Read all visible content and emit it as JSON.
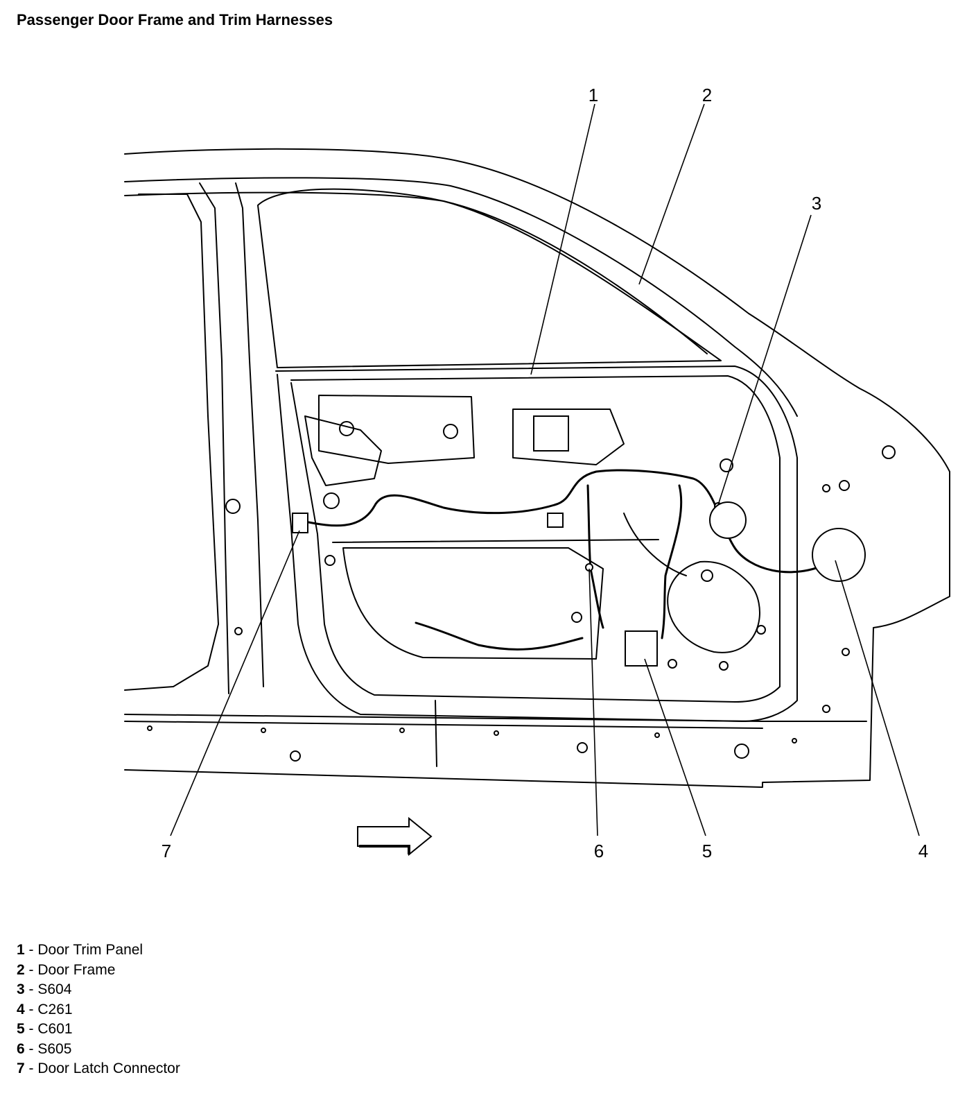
{
  "title": "Passenger Door Frame and Trim Harnesses",
  "callouts": [
    {
      "num": "1",
      "label": "Door Trim Panel"
    },
    {
      "num": "2",
      "label": "Door Frame"
    },
    {
      "num": "3",
      "label": "S604"
    },
    {
      "num": "4",
      "label": "C261"
    },
    {
      "num": "5",
      "label": "C601"
    },
    {
      "num": "6",
      "label": "S605"
    },
    {
      "num": "7",
      "label": "Door Latch Connector"
    }
  ],
  "legend_separator": "-",
  "icons": {
    "direction": "forward-arrow-icon"
  }
}
